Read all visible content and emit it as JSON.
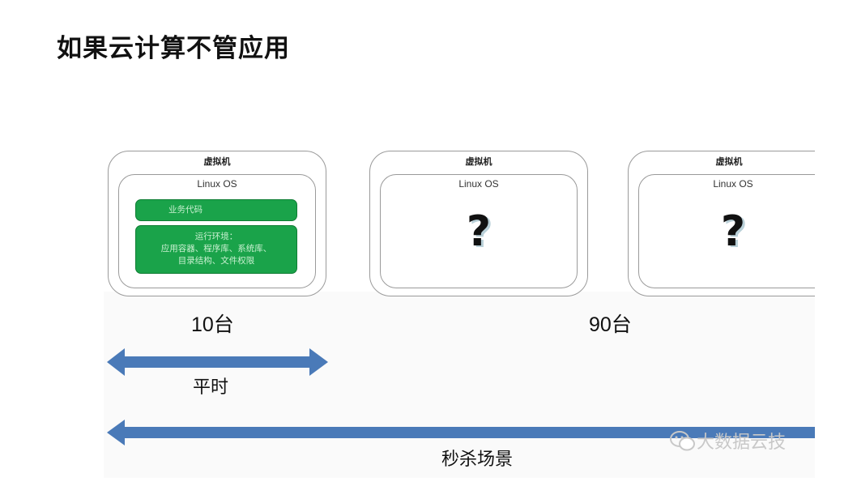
{
  "title": "如果云计算不管应用",
  "vms": [
    {
      "title": "虚拟机",
      "os": "Linux OS",
      "code": "业务代码",
      "env": [
        "运行环境：",
        "应用容器、程序库、系统库、",
        "目录结构、文件权限"
      ]
    },
    {
      "title": "虚拟机",
      "os": "Linux OS",
      "mark": "?"
    },
    {
      "title": "虚拟机",
      "os": "Linux OS",
      "mark": "?"
    }
  ],
  "counts": {
    "left": "10台",
    "right": "90台"
  },
  "arrows": {
    "normal": "平时",
    "flash": "秒杀场景"
  },
  "colors": {
    "green": "#1aa34a",
    "arrow": "#4a7ab8"
  },
  "watermark": "大数据云技"
}
